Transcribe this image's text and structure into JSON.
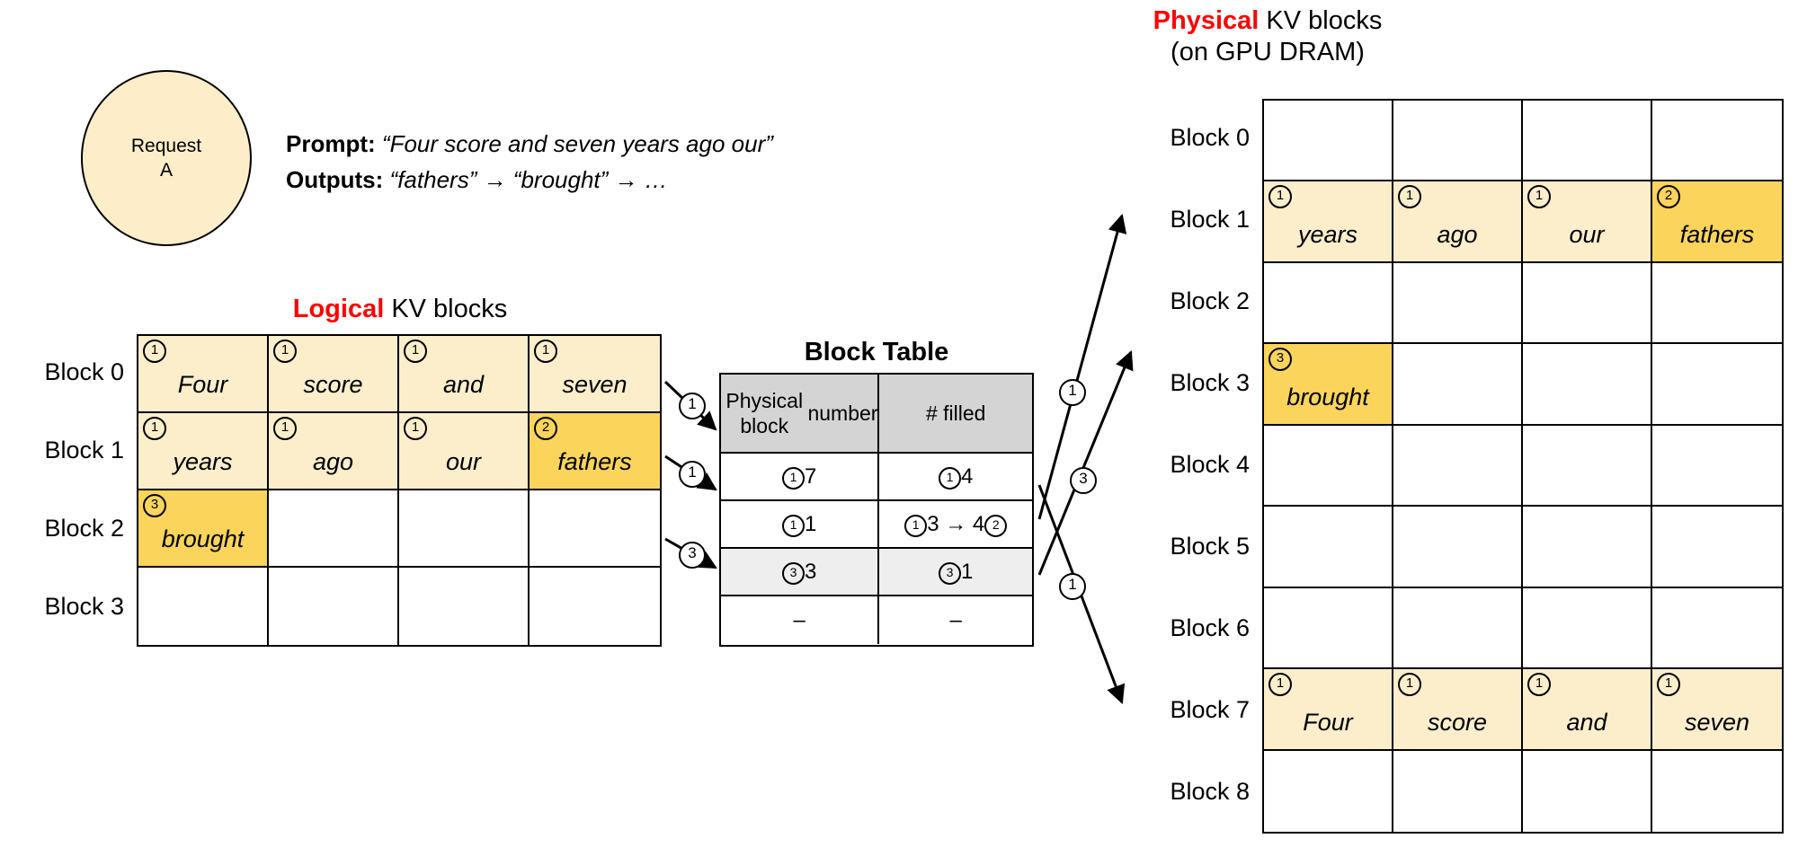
{
  "headings": {
    "physical": {
      "highlight": "Physical",
      "rest": " KV blocks",
      "sub": "(on GPU DRAM)"
    },
    "logical": {
      "highlight": "Logical",
      "rest": " KV blocks"
    },
    "block_table": "Block Table"
  },
  "request": {
    "line1": "Request",
    "line2": "A"
  },
  "prompt": {
    "prompt_label": "Prompt:",
    "prompt_text": "“Four score and seven years ago our”",
    "outputs_label": "Outputs:",
    "outputs_text": "“fathers” → “brought” → …"
  },
  "logical_blocks": {
    "row_labels": [
      "Block 0",
      "Block 1",
      "Block 2",
      "Block 3"
    ],
    "rows": [
      [
        {
          "word": "Four",
          "num": "1",
          "fill": "light"
        },
        {
          "word": "score",
          "num": "1",
          "fill": "light"
        },
        {
          "word": "and",
          "num": "1",
          "fill": "light"
        },
        {
          "word": "seven",
          "num": "1",
          "fill": "light"
        }
      ],
      [
        {
          "word": "years",
          "num": "1",
          "fill": "light"
        },
        {
          "word": "ago",
          "num": "1",
          "fill": "light"
        },
        {
          "word": "our",
          "num": "1",
          "fill": "light"
        },
        {
          "word": "fathers",
          "num": "2",
          "fill": "dark"
        }
      ],
      [
        {
          "word": "brought",
          "num": "3",
          "fill": "dark"
        },
        {
          "word": "",
          "num": "",
          "fill": "none"
        },
        {
          "word": "",
          "num": "",
          "fill": "none"
        },
        {
          "word": "",
          "num": "",
          "fill": "none"
        }
      ],
      [
        {
          "word": "",
          "num": "",
          "fill": "none"
        },
        {
          "word": "",
          "num": "",
          "fill": "none"
        },
        {
          "word": "",
          "num": "",
          "fill": "none"
        },
        {
          "word": "",
          "num": "",
          "fill": "none"
        }
      ]
    ]
  },
  "block_table": {
    "headers": [
      "Physical block number",
      "# filled"
    ],
    "header_lines": [
      [
        "Physical block",
        "number"
      ],
      [
        "# filled"
      ]
    ],
    "rows": [
      {
        "phys": {
          "num": "1",
          "text": "7"
        },
        "filled": {
          "num": "1",
          "text": "4"
        },
        "shaded": false
      },
      {
        "phys": {
          "num": "1",
          "text": "1"
        },
        "filled": {
          "num": "1",
          "text": "3 → 4",
          "num2": "2"
        },
        "shaded": false
      },
      {
        "phys": {
          "num": "3",
          "text": "3"
        },
        "filled": {
          "num": "3",
          "text": "1"
        },
        "shaded": true
      },
      {
        "phys": {
          "num": "",
          "text": "–"
        },
        "filled": {
          "num": "",
          "text": "–"
        },
        "shaded": false
      }
    ]
  },
  "physical_blocks": {
    "row_labels": [
      "Block 0",
      "Block 1",
      "Block 2",
      "Block 3",
      "Block 4",
      "Block 5",
      "Block 6",
      "Block 7",
      "Block 8"
    ],
    "rows": [
      [
        {
          "word": "",
          "num": "",
          "fill": "none"
        },
        {
          "word": "",
          "num": "",
          "fill": "none"
        },
        {
          "word": "",
          "num": "",
          "fill": "none"
        },
        {
          "word": "",
          "num": "",
          "fill": "none"
        }
      ],
      [
        {
          "word": "years",
          "num": "1",
          "fill": "light"
        },
        {
          "word": "ago",
          "num": "1",
          "fill": "light"
        },
        {
          "word": "our",
          "num": "1",
          "fill": "light"
        },
        {
          "word": "fathers",
          "num": "2",
          "fill": "dark"
        }
      ],
      [
        {
          "word": "",
          "num": "",
          "fill": "none"
        },
        {
          "word": "",
          "num": "",
          "fill": "none"
        },
        {
          "word": "",
          "num": "",
          "fill": "none"
        },
        {
          "word": "",
          "num": "",
          "fill": "none"
        }
      ],
      [
        {
          "word": "brought",
          "num": "3",
          "fill": "dark"
        },
        {
          "word": "",
          "num": "",
          "fill": "none"
        },
        {
          "word": "",
          "num": "",
          "fill": "none"
        },
        {
          "word": "",
          "num": "",
          "fill": "none"
        }
      ],
      [
        {
          "word": "",
          "num": "",
          "fill": "none"
        },
        {
          "word": "",
          "num": "",
          "fill": "none"
        },
        {
          "word": "",
          "num": "",
          "fill": "none"
        },
        {
          "word": "",
          "num": "",
          "fill": "none"
        }
      ],
      [
        {
          "word": "",
          "num": "",
          "fill": "none"
        },
        {
          "word": "",
          "num": "",
          "fill": "none"
        },
        {
          "word": "",
          "num": "",
          "fill": "none"
        },
        {
          "word": "",
          "num": "",
          "fill": "none"
        }
      ],
      [
        {
          "word": "",
          "num": "",
          "fill": "none"
        },
        {
          "word": "",
          "num": "",
          "fill": "none"
        },
        {
          "word": "",
          "num": "",
          "fill": "none"
        },
        {
          "word": "",
          "num": "",
          "fill": "none"
        }
      ],
      [
        {
          "word": "Four",
          "num": "1",
          "fill": "light"
        },
        {
          "word": "score",
          "num": "1",
          "fill": "light"
        },
        {
          "word": "and",
          "num": "1",
          "fill": "light"
        },
        {
          "word": "seven",
          "num": "1",
          "fill": "light"
        }
      ],
      [
        {
          "word": "",
          "num": "",
          "fill": "none"
        },
        {
          "word": "",
          "num": "",
          "fill": "none"
        },
        {
          "word": "",
          "num": "",
          "fill": "none"
        },
        {
          "word": "",
          "num": "",
          "fill": "none"
        }
      ]
    ]
  },
  "arrow_labels": {
    "left": [
      "1",
      "1",
      "3"
    ],
    "right": [
      "1",
      "3",
      "1"
    ]
  },
  "colors": {
    "fill_light": "#fceecb",
    "fill_dark": "#fbd45c",
    "header_gray": "#d4d4d4",
    "shade_gray": "#eeeeee",
    "accent_red": "#ff0000",
    "stroke": "#000000"
  }
}
